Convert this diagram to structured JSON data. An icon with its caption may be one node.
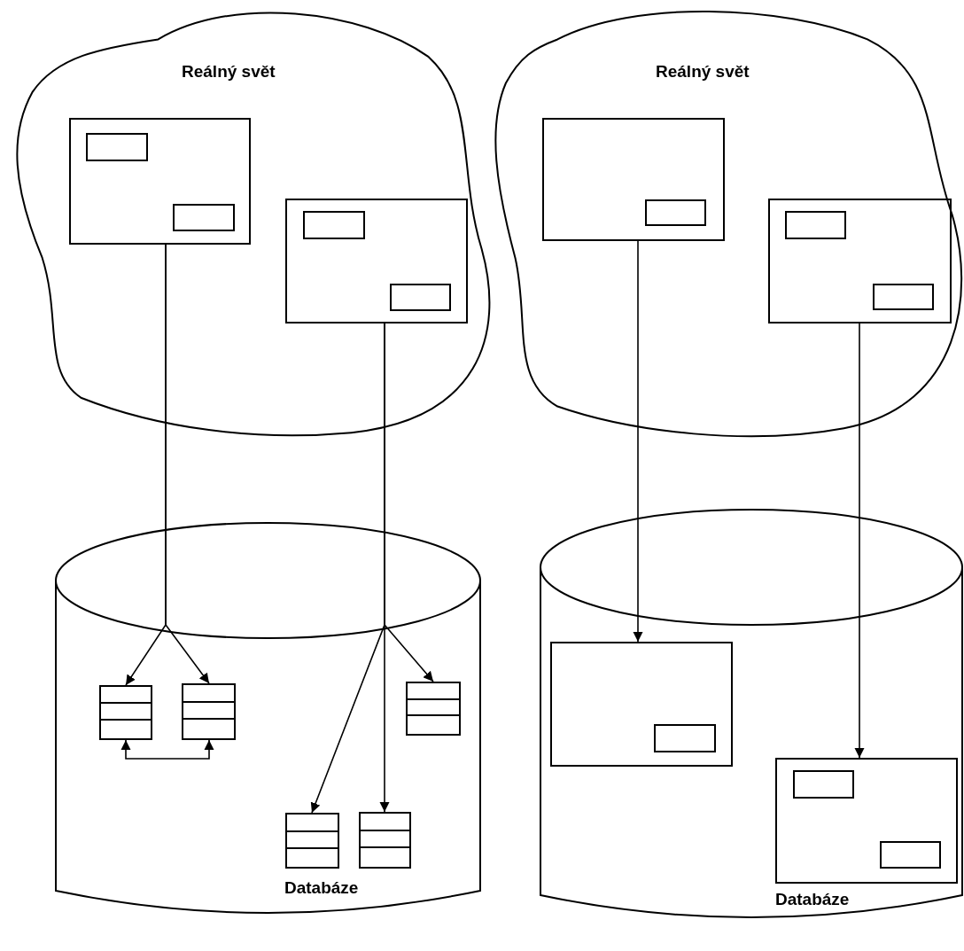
{
  "diagram": {
    "nodes": [
      {
        "text": [
          "Reálný svět"
        ]
      },
      {
        "text": [],
        "shape": "box",
        "in": 0
      },
      {
        "text": [],
        "shape": "box",
        "in": 1
      },
      {
        "text": [],
        "shape": "box",
        "in": 1
      },
      {
        "text": [],
        "shape": "box",
        "in": 0
      },
      {
        "text": [],
        "shape": "box",
        "in": 4
      },
      {
        "text": [],
        "shape": "box",
        "in": 4
      },
      {
        "text": [
          "Databáze"
        ]
      },
      {
        "text": [],
        "shape": "table",
        "in": 7
      },
      {
        "text": [],
        "shape": "table",
        "in": 7
      },
      {
        "text": [],
        "shape": "table",
        "in": 7
      },
      {
        "text": [],
        "shape": "table",
        "in": 7
      },
      {
        "text": [],
        "shape": "table",
        "in": 7
      },
      {
        "text": [
          "Reálný svět"
        ]
      },
      {
        "text": [],
        "shape": "box",
        "in": 13
      },
      {
        "text": [],
        "shape": "box",
        "in": 14
      },
      {
        "text": [],
        "shape": "box",
        "in": 13
      },
      {
        "text": [],
        "shape": "box",
        "in": 16
      },
      {
        "text": [],
        "shape": "box",
        "in": 16
      },
      {
        "text": [
          "Databáze"
        ]
      },
      {
        "text": [],
        "shape": "box",
        "in": 19
      },
      {
        "text": [],
        "shape": "box",
        "in": 20
      },
      {
        "text": [],
        "shape": "box",
        "in": 19
      },
      {
        "text": [],
        "shape": "box",
        "in": 22
      },
      {
        "text": [],
        "shape": "box",
        "in": 22
      }
    ],
    "edges": [
      {
        "from": 1,
        "to": 8,
        "arrow": "to"
      },
      {
        "from": 1,
        "to": 9,
        "arrow": "to"
      },
      {
        "from": 8,
        "to": 9,
        "arrow": "both"
      },
      {
        "from": 4,
        "to": 10,
        "arrow": "to"
      },
      {
        "from": 4,
        "to": 11,
        "arrow": "to"
      },
      {
        "from": 4,
        "to": 12,
        "arrow": "to"
      },
      {
        "from": 14,
        "to": 20,
        "arrow": "to"
      },
      {
        "from": 16,
        "to": 22,
        "arrow": "to"
      }
    ]
  }
}
